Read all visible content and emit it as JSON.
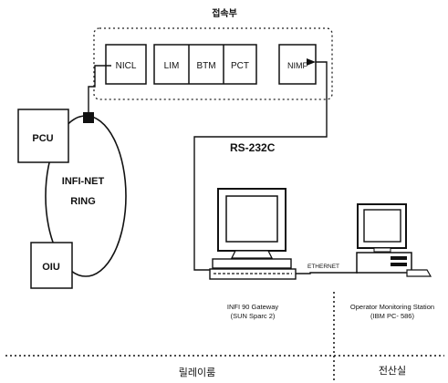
{
  "header_label": "접속부",
  "modules": [
    {
      "key": "nicl",
      "label": "NICL"
    },
    {
      "key": "lim",
      "label": "LIM"
    },
    {
      "key": "btm",
      "label": "BTM"
    },
    {
      "key": "pct",
      "label": "PCT"
    },
    {
      "key": "nimf",
      "label": "NIMF"
    }
  ],
  "pcu_label": "PCU",
  "oiu_label": "OIU",
  "ring_label_line1": "INFI-NET",
  "ring_label_line2": "RING",
  "rs232_label": "RS-232C",
  "ethernet_label": "ETHERNET",
  "gateway_label_line1": "INFI 90 Gateway",
  "gateway_label_line2": "(SUN Sparc 2)",
  "station_label_line1": "Operator Monitoring Station",
  "station_label_line2": "(IBM PC- 586)",
  "bottom_left_label": "릴레이룸",
  "bottom_right_label": "전산실"
}
